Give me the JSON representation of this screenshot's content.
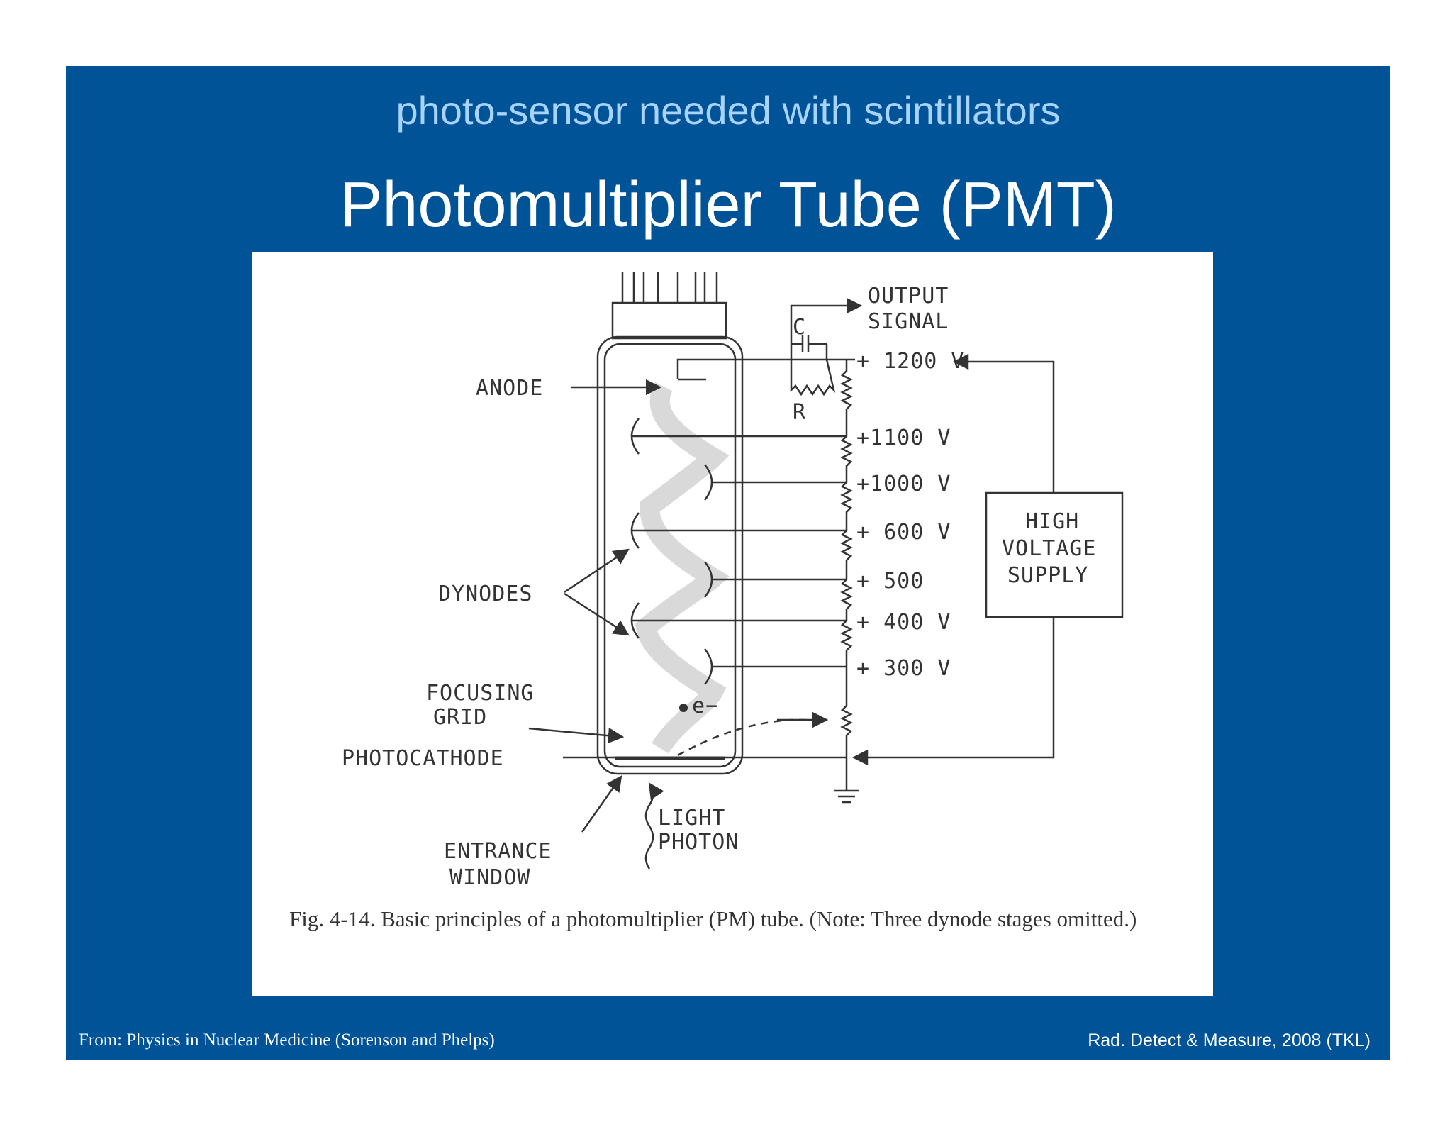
{
  "slide": {
    "subtitle": "photo-sensor needed with scintillators",
    "title": "Photomultiplier Tube (PMT)",
    "footer_left": "From: Physics in Nuclear Medicine (Sorenson and Phelps)",
    "footer_right": "Rad. Detect & Measure, 2008 (TKL)"
  },
  "figure": {
    "labels": {
      "output_1": "OUTPUT",
      "output_2": "SIGNAL",
      "anode": "ANODE",
      "dynodes": "DYNODES",
      "focusing_1": "FOCUSING",
      "focusing_2": "GRID",
      "photocathode": "PHOTOCATHODE",
      "entrance_1": "ENTRANCE",
      "entrance_2": "WINDOW",
      "light_1": "LIGHT",
      "light_2": "PHOTON",
      "electron": "e−",
      "capacitor": "C",
      "resistor": "R",
      "hv_1": "HIGH",
      "hv_2": "VOLTAGE",
      "hv_3": "SUPPLY"
    },
    "voltages": [
      "+ 1200 V",
      "+1100 V",
      "+1000 V",
      "+ 600 V",
      "+ 500",
      "+ 400 V",
      "+ 300 V"
    ],
    "caption": "Fig. 4-14.   Basic principles of a photomultiplier (PM) tube. (Note: Three dynode stages omitted.)"
  },
  "colors": {
    "slide_background": "#005396",
    "subtitle": "#a8d3ff",
    "title": "#ffffff"
  }
}
